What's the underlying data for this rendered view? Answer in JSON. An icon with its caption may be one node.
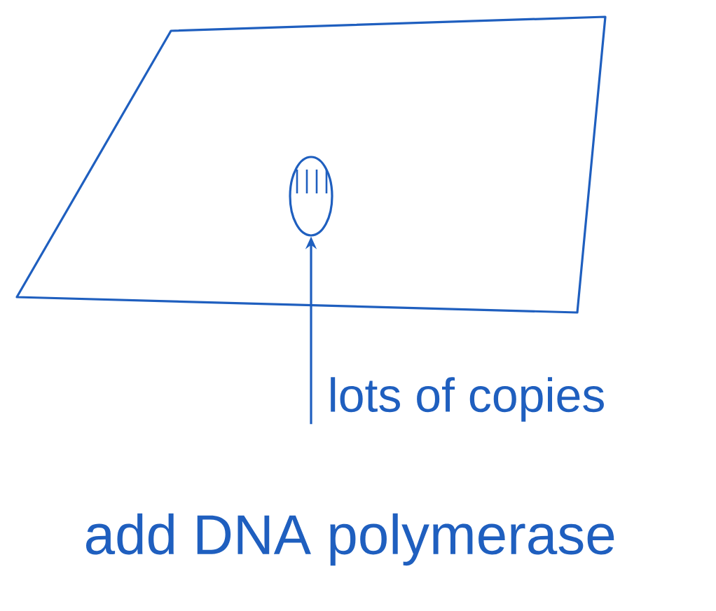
{
  "diagram": {
    "nodes": [
      {
        "text": [],
        "shape": "parallelogram"
      },
      {
        "text": [],
        "shape": "ellipse",
        "in": 0
      },
      {
        "text": [
          "lots of copies"
        ]
      }
    ],
    "edges": [
      {
        "from": 2,
        "to": 1,
        "arrow": "to"
      }
    ],
    "labels": [
      "add DNA polymerase"
    ]
  }
}
